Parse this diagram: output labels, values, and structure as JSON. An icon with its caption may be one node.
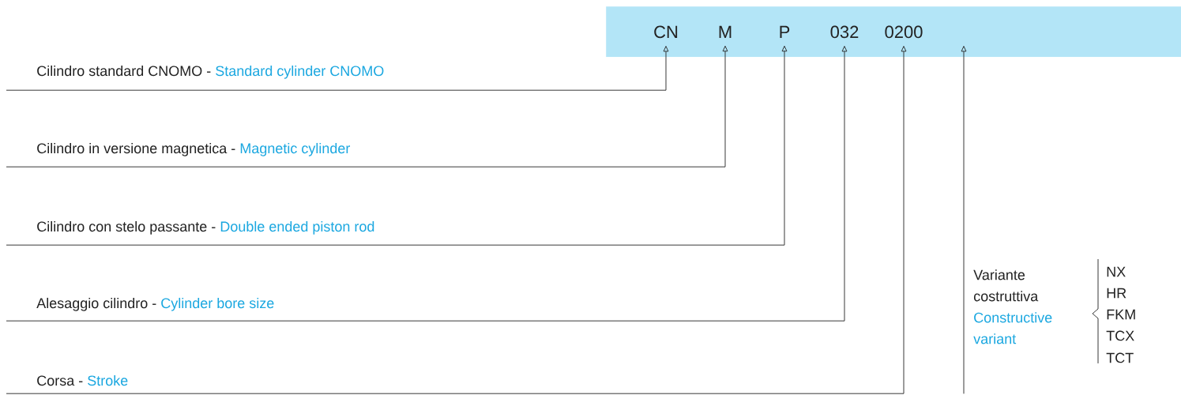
{
  "diagram": {
    "nodes": [
      {
        "text": [],
        "shape": "box"
      },
      {
        "text": [
          "CN"
        ],
        "in": 0
      },
      {
        "text": [
          "M"
        ],
        "in": 0
      },
      {
        "text": [
          "P"
        ],
        "in": 0
      },
      {
        "text": [
          "032"
        ],
        "in": 0
      },
      {
        "text": [
          "0200"
        ],
        "in": 0
      },
      {
        "text": [
          "Cilindro standard CNOMO -",
          "Standard cylinder CNOMO"
        ]
      },
      {
        "text": [
          "Cilindro in versione magnetica -",
          "Magnetic cylinder"
        ]
      },
      {
        "text": [
          "Cilindro con stelo passante -",
          "Double ended piston rod"
        ]
      },
      {
        "text": [
          "Alesaggio cilindro -",
          "Cylinder bore size"
        ]
      },
      {
        "text": [
          "Corsa -",
          "Stroke"
        ]
      },
      {
        "text": [
          "Variante costruttiva",
          "Constructive variant"
        ]
      }
    ],
    "edges": [
      {
        "from": 6,
        "to": 1,
        "arrow": "to"
      },
      {
        "from": 7,
        "to": 2,
        "arrow": "to"
      },
      {
        "from": 8,
        "to": 3,
        "arrow": "to"
      },
      {
        "from": 9,
        "to": 4,
        "arrow": "to"
      },
      {
        "from": 10,
        "to": 5,
        "arrow": "to"
      },
      {
        "from": 11,
        "to": 0,
        "arrow": "to"
      }
    ],
    "labels": [
      "NX",
      "HR",
      "FKM",
      "TCX",
      "TCT"
    ]
  }
}
